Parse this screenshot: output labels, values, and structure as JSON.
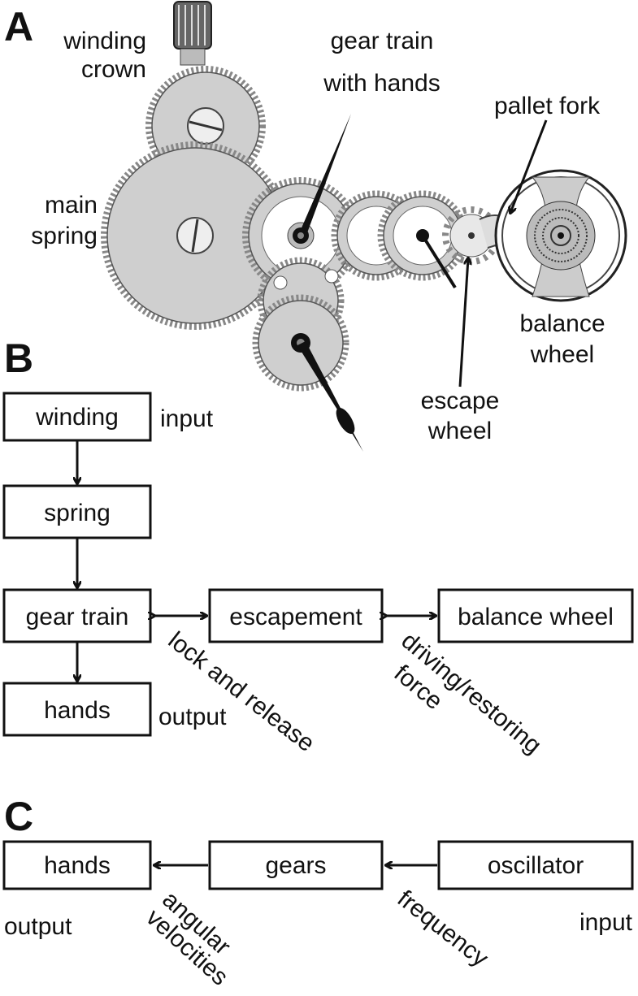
{
  "panels": {
    "a": "A",
    "b": "B",
    "c": "C"
  },
  "panel_a": {
    "labels": {
      "winding_crown": [
        "winding",
        "crown"
      ],
      "gear_train_with_hands": [
        "gear train",
        "with hands"
      ],
      "pallet_fork": "pallet fork",
      "main_spring": [
        "main",
        "spring"
      ],
      "balance_wheel": [
        "balance",
        "wheel"
      ],
      "escape_wheel": [
        "escape",
        "wheel"
      ]
    }
  },
  "panel_b": {
    "boxes": {
      "winding": "winding",
      "spring": "spring",
      "gear_train": "gear train",
      "hands": "hands",
      "escapement": "escapement",
      "balance_wheel": "balance wheel"
    },
    "input": "input",
    "output": "output",
    "lock_and_release": "lock and release",
    "driving_restoring": [
      "driving/restoring",
      "force"
    ]
  },
  "panel_c": {
    "boxes": {
      "hands": "hands",
      "gears": "gears",
      "oscillator": "oscillator"
    },
    "output": "output",
    "input": "input",
    "angular_velocities": [
      "angular",
      "velocities"
    ],
    "frequency": "frequency"
  }
}
